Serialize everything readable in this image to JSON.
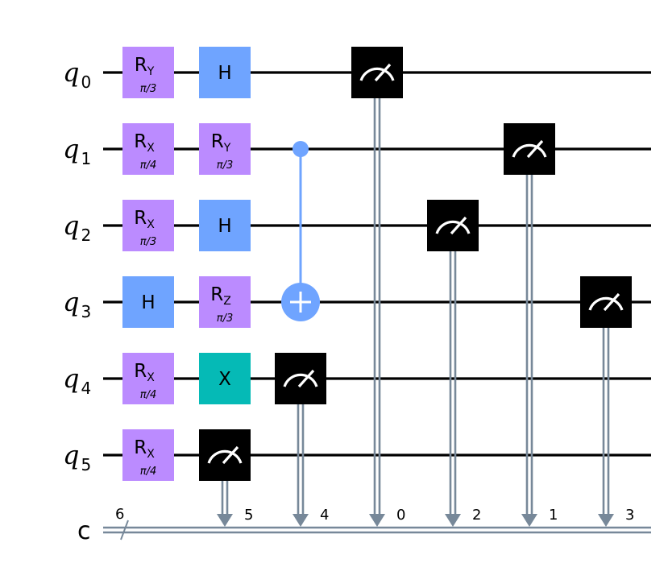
{
  "qubits": [
    {
      "name": "q",
      "index": "0"
    },
    {
      "name": "q",
      "index": "1"
    },
    {
      "name": "q",
      "index": "2"
    },
    {
      "name": "q",
      "index": "3"
    },
    {
      "name": "q",
      "index": "4"
    },
    {
      "name": "q",
      "index": "5"
    }
  ],
  "classical_register": {
    "name": "c",
    "size": "6"
  },
  "colors": {
    "rotation_gate": "#bb8bff",
    "hadamard_gate": "#6fa4ff",
    "x_gate": "#05bab6",
    "cnot": "#6fa4ff",
    "measure_box": "#000000",
    "classical_wire": "#778899"
  },
  "gates": [
    {
      "type": "R",
      "sub": "Y",
      "param": "π/3",
      "qubit": 0,
      "column": 0,
      "icon": "rotation-gate"
    },
    {
      "type": "R",
      "sub": "X",
      "param": "π/4",
      "qubit": 1,
      "column": 0,
      "icon": "rotation-gate"
    },
    {
      "type": "R",
      "sub": "X",
      "param": "π/3",
      "qubit": 2,
      "column": 0,
      "icon": "rotation-gate"
    },
    {
      "type": "H",
      "sub": "",
      "param": "",
      "qubit": 3,
      "column": 0,
      "icon": "hadamard-gate"
    },
    {
      "type": "R",
      "sub": "X",
      "param": "π/4",
      "qubit": 4,
      "column": 0,
      "icon": "rotation-gate"
    },
    {
      "type": "R",
      "sub": "X",
      "param": "π/4",
      "qubit": 5,
      "column": 0,
      "icon": "rotation-gate"
    },
    {
      "type": "H",
      "sub": "",
      "param": "",
      "qubit": 0,
      "column": 1,
      "icon": "hadamard-gate"
    },
    {
      "type": "R",
      "sub": "Y",
      "param": "π/3",
      "qubit": 1,
      "column": 1,
      "icon": "rotation-gate"
    },
    {
      "type": "H",
      "sub": "",
      "param": "",
      "qubit": 2,
      "column": 1,
      "icon": "hadamard-gate"
    },
    {
      "type": "R",
      "sub": "Z",
      "param": "π/3",
      "qubit": 3,
      "column": 1,
      "icon": "rotation-gate"
    },
    {
      "type": "X",
      "sub": "",
      "param": "",
      "qubit": 4,
      "column": 1,
      "icon": "x-gate"
    }
  ],
  "cnots": [
    {
      "control": 1,
      "target": 3,
      "column": 2
    }
  ],
  "measurements": [
    {
      "qubit": 5,
      "column": 1,
      "bit": "5"
    },
    {
      "qubit": 4,
      "column": 2,
      "bit": "4"
    },
    {
      "qubit": 0,
      "column": 3,
      "bit": "0"
    },
    {
      "qubit": 2,
      "column": 4,
      "bit": "2"
    },
    {
      "qubit": 1,
      "column": 5,
      "bit": "1"
    },
    {
      "qubit": 3,
      "column": 6,
      "bit": "3"
    }
  ]
}
